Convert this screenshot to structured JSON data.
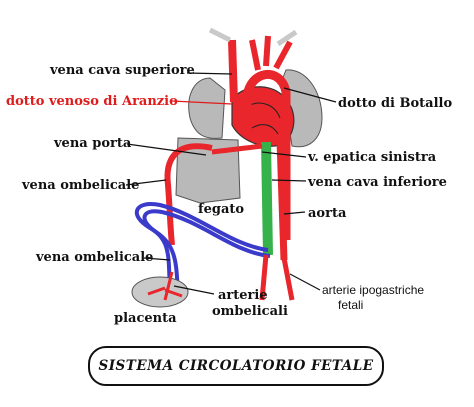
{
  "title": "SISTEMA CIRCOLATORIO FETALE",
  "labels": {
    "vena_cava_superiore": "vena cava superiore",
    "dotto_venoso": "dotto venoso di Aranzio",
    "dotto_botallo": "dotto di Botallo",
    "vena_porta": "vena porta",
    "v_epatica_sinistra": "v. epatica sinistra",
    "vena_ombelicale_1": "vena ombelicale",
    "vena_cava_inferiore": "vena cava inferiore",
    "fegato": "fegato",
    "aorta": "aorta",
    "vena_ombelicale_2": "vena ombelicale",
    "arterie_ipogastriche_1": "arterie ipogastriche",
    "arterie_ipogastriche_2": "fetali",
    "arterie_ombelicali_1": "arterie",
    "arterie_ombelicali_2": "ombelicali",
    "placenta": "placenta"
  },
  "colors": {
    "artery": "#e8262b",
    "vein": "#3a3acb",
    "vena_cava": "#35b24a",
    "organ": "#b9b9b9",
    "dotto_venoso_label": "#e01b1b",
    "leader": "#111111"
  }
}
